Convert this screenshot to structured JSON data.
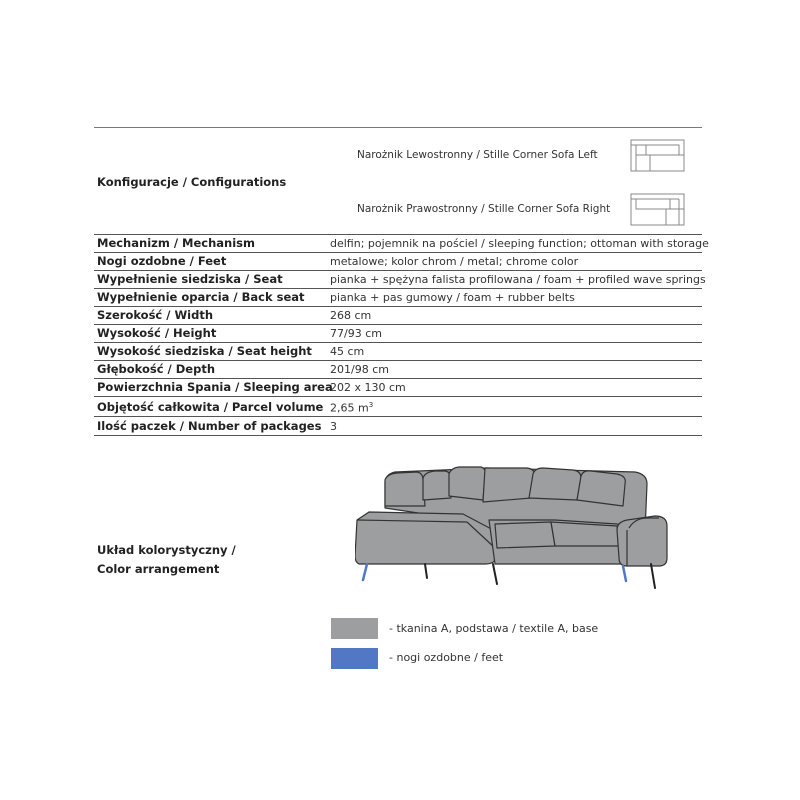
{
  "configurations": {
    "label": "Konfiguracje / Configurations",
    "left_option": "Narożnik Lewostronny / Stille Corner Sofa Left",
    "right_option": "Narożnik Prawostronny / Stille Corner Sofa Right",
    "left_icon": "corner-sofa-left-icon",
    "right_icon": "corner-sofa-right-icon"
  },
  "specs": [
    {
      "label": "Mechanizm / Mechanism",
      "value": "delfin; pojemnik na pościel / sleeping function; ottoman with storage"
    },
    {
      "label": "Nogi ozdobne / Feet",
      "value": "metalowe; kolor chrom / metal; chrome color"
    },
    {
      "label": "Wypełnienie siedziska / Seat",
      "value": "pianka + spężyna falista profilowana / foam + profiled wave springs"
    },
    {
      "label": "Wypełnienie oparcia / Back seat",
      "value": "pianka + pas gumowy / foam + rubber belts"
    },
    {
      "label": "Szerokość / Width",
      "value": "268 cm"
    },
    {
      "label": "Wysokość / Height",
      "value": "77/93 cm"
    },
    {
      "label": "Wysokość siedziska / Seat height",
      "value": "45 cm"
    },
    {
      "label": "Głębokość / Depth",
      "value": "201/98 cm"
    },
    {
      "label": "Powierzchnia Spania / Sleeping area",
      "value": "202 x 130 cm"
    },
    {
      "label": "Objętość całkowita / Parcel volume",
      "value": "2,65 m",
      "sup": "3"
    },
    {
      "label": "Ilość paczek / Number of packages",
      "value": "3"
    }
  ],
  "color_arrangement": {
    "label_line1": "Układ kolorystyczny /",
    "label_line2": "Color arrangement",
    "legend": [
      {
        "text": "- tkanina A, podstawa / textile A, base",
        "color": "#9d9e9f"
      },
      {
        "text": "- nogi ozdobne / feet",
        "color": "#5277c4"
      }
    ]
  }
}
